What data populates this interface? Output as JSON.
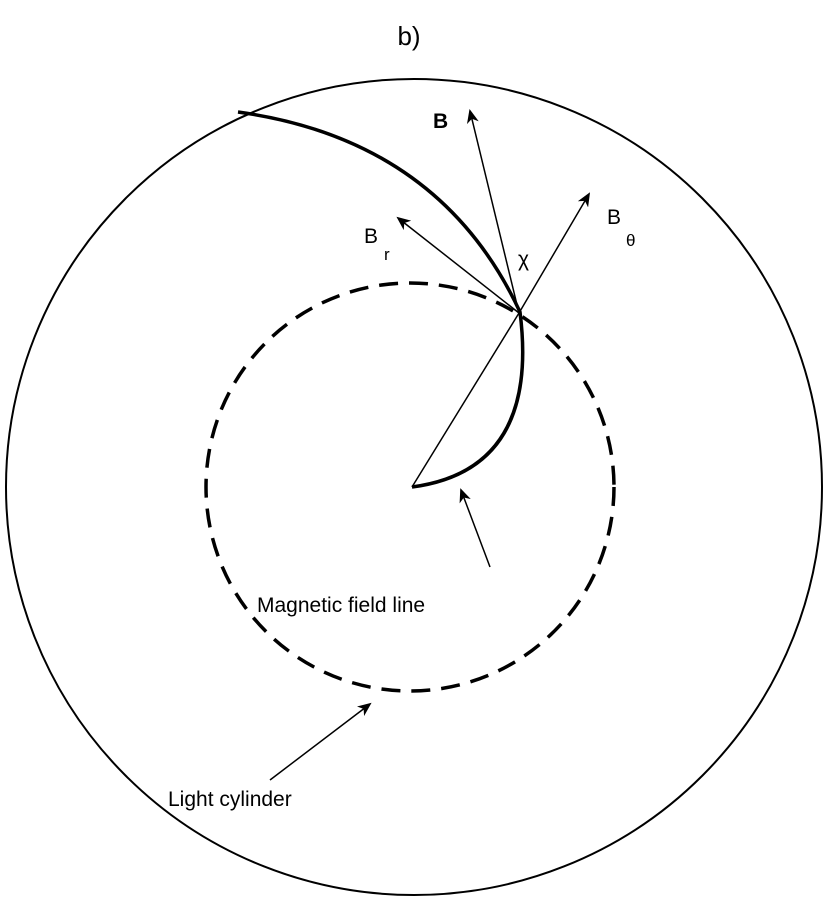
{
  "panel_label": "b)",
  "labels": {
    "field_B": "B",
    "field_Br_main": "B",
    "field_Br_sub": "r",
    "field_Btheta_main": "B",
    "field_Btheta_sub": "θ",
    "angle_chi": "χ",
    "magnetic_field_line": "Magnetic field line",
    "light_cylinder": "Light cylinder"
  }
}
